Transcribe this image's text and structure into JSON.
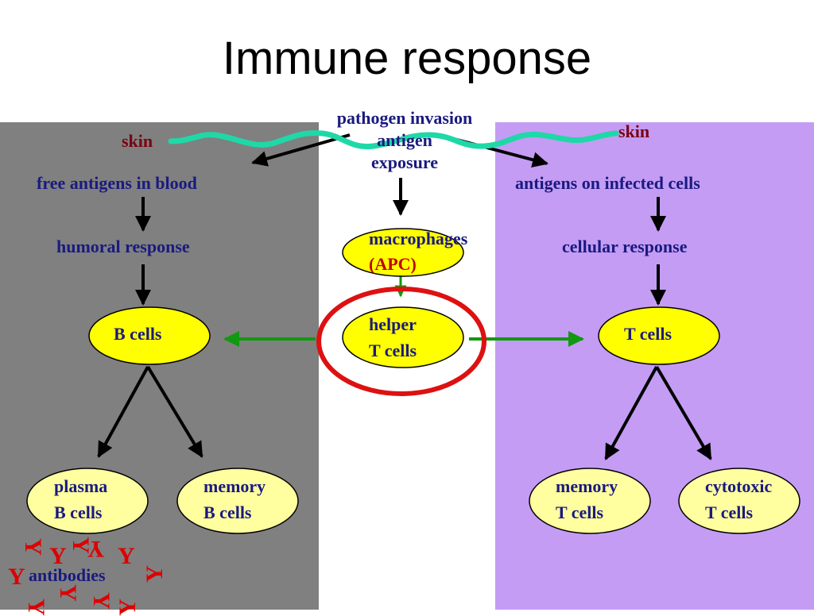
{
  "title": "Immune response",
  "labels": {
    "skin_left": "skin",
    "skin_right": "skin",
    "pathogen_invasion": "pathogen invasion",
    "antigen": "antigen",
    "exposure": "exposure",
    "free_antigens": "free antigens in blood",
    "infected_cells": "antigens on infected cells",
    "humoral": "humoral response",
    "cellular": "cellular response",
    "macrophages": "macrophages",
    "apc": "(APC)",
    "b_cells": "B cells",
    "helper_1": "helper",
    "helper_2": "T cells",
    "t_cells": "T cells",
    "plasma_1": "plasma",
    "plasma_2": "B cells",
    "memory_b_1": "memory",
    "memory_b_2": "B cells",
    "memory_t_1": "memory",
    "memory_t_2": "T cells",
    "cytotoxic_1": "cytotoxic",
    "cytotoxic_2": "T cells",
    "antibodies": "antibodies",
    "antibody_glyph": "Y"
  },
  "colors": {
    "left_panel": "#808080",
    "right_panel": "#c49cf4",
    "cell_fill": "#ffff00",
    "cell_light_fill": "#ffffa0",
    "skin_wave": "#1fd8a8",
    "helper_arrows": "#119911",
    "highlight_ring": "#dd1111",
    "antibody": "#dd0000",
    "text": "#1a1a80"
  }
}
